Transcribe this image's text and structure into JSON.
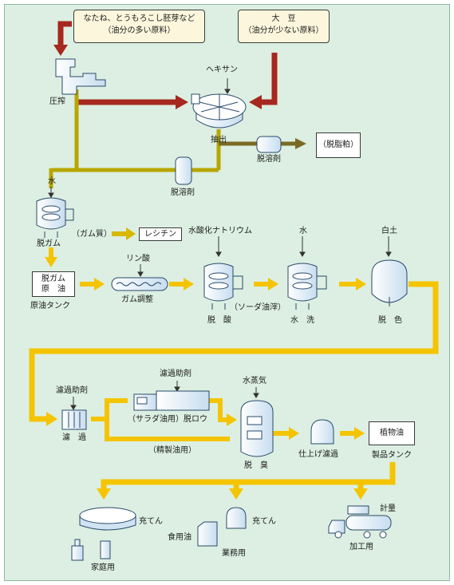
{
  "sources": {
    "rich": {
      "line1": "なたね、とうもろこし胚芽など",
      "line2": "（油分の多い原料）"
    },
    "poor": {
      "line1": "大　豆",
      "line2": "（油分が少ない原料）"
    }
  },
  "labels": {
    "press": "圧搾",
    "hexane": "ヘキサン",
    "extraction": "抽出",
    "desolvent1": "脱溶剤",
    "defatted_meal": "（脱脂粕）",
    "desolvent2": "脱溶剤",
    "water1": "水",
    "degum": "脱ガム",
    "gum": "（ガム質）",
    "lecithin": "レシチン",
    "sodium_hydroxide": "水酸化ナトリウム",
    "water2": "水",
    "white_clay": "白土",
    "phosphoric_acid": "リン酸",
    "crude_oil_box_line1": "脱ガム",
    "crude_oil_box_line2": "原　油",
    "crude_oil_tank": "原油タンク",
    "gum_adjust": "ガム調整",
    "deacid": "脱　酸",
    "soap_stock": "（ソーダ油滓）",
    "water_wash": "水　洗",
    "decolor": "脱　色",
    "filter_aid1": "濾過助剤",
    "filtration": "濾　過",
    "filter_aid2": "濾過助剤",
    "dewax": "（サラダ油用）脱ロウ",
    "refined_oil": "（精製油用）",
    "steam": "水蒸気",
    "deodorize": "脱　臭",
    "final_filter": "仕上げ濾過",
    "veg_oil_line1": "植物",
    "veg_oil_line2": "油",
    "product_tank": "製品タンク",
    "fill1": "充てん",
    "fill2": "充てん",
    "edible_oil": "食用油",
    "household": "家庭用",
    "commercial": "業務用",
    "weighing": "計量",
    "processing": "加工用"
  },
  "colors": {
    "background": "#dcefe2",
    "flow_yellow": "#f5c400",
    "flow_olive": "#b8a600",
    "flow_red": "#a6281e",
    "flow_brown": "#7a6a24",
    "equipment_fill": "#ffffff",
    "equipment_shade": "#cfe3f3"
  }
}
